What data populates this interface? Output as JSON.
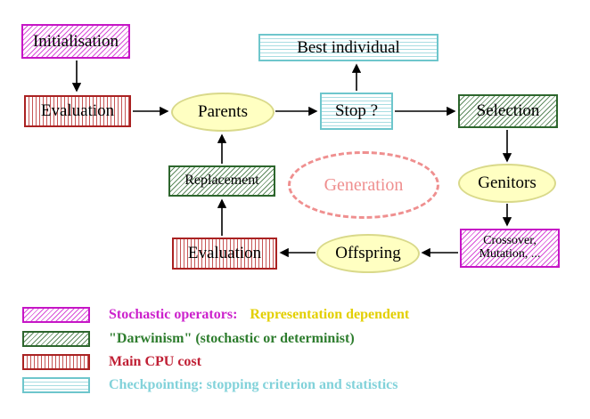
{
  "nodes": {
    "initialisation": "Initialisation",
    "best_individual": "Best individual",
    "evaluation_top": "Evaluation",
    "parents": "Parents",
    "stop": "Stop ?",
    "selection": "Selection",
    "replacement": "Replacement",
    "generation": "Generation",
    "genitors": "Genitors",
    "crossover_line1": "Crossover,",
    "crossover_line2": "Mutation, ...",
    "evaluation_bottom": "Evaluation",
    "offspring": "Offspring"
  },
  "edges": [
    {
      "from": "Initialisation",
      "to": "Evaluation"
    },
    {
      "from": "Evaluation",
      "to": "Parents"
    },
    {
      "from": "Parents",
      "to": "Stop ?"
    },
    {
      "from": "Stop ?",
      "to": "Best individual"
    },
    {
      "from": "Stop ?",
      "to": "Selection"
    },
    {
      "from": "Selection",
      "to": "Genitors"
    },
    {
      "from": "Genitors",
      "to": "Crossover, Mutation, ..."
    },
    {
      "from": "Crossover, Mutation, ...",
      "to": "Offspring"
    },
    {
      "from": "Offspring",
      "to": "Evaluation"
    },
    {
      "from": "Evaluation",
      "to": "Replacement"
    },
    {
      "from": "Replacement",
      "to": "Parents"
    }
  ],
  "legend": {
    "stochastic_label": "Stochastic operators:",
    "stochastic_suffix": "Representation dependent",
    "darwinism": "\"Darwinism\" (stochastic or determinist)",
    "cpu": "Main CPU cost",
    "checkpointing": "Checkpointing: stopping criterion and statistics"
  },
  "colors": {
    "magenta": "#cc22cc",
    "green": "#2e7d2e",
    "red": "#c02035",
    "cyan": "#82d2da",
    "ellipse_fill": "#ffffc2",
    "ellipse_border": "#d9d98a",
    "generation_pink": "#ef8f8f",
    "legend_yellow": "#e3cf00",
    "arrow": "#000000"
  }
}
